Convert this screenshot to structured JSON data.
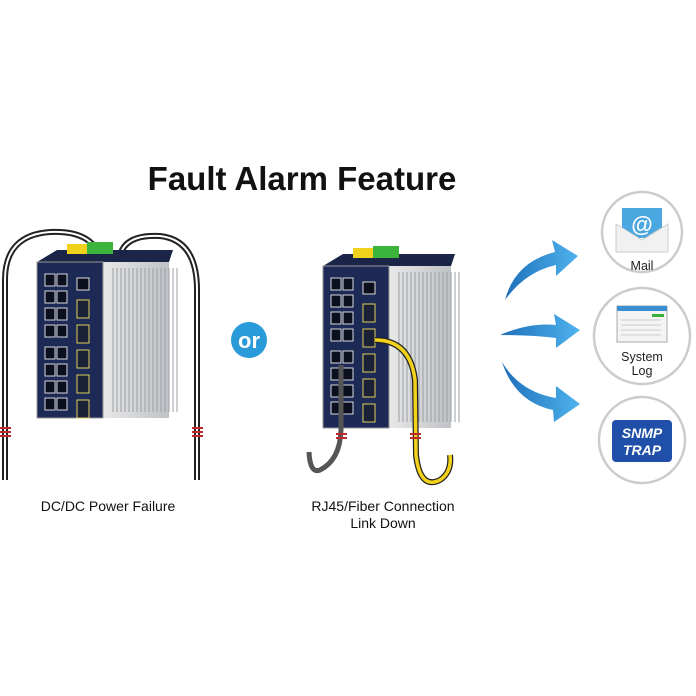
{
  "title": "Fault Alarm Feature",
  "or_label": "or",
  "scenarios": [
    {
      "caption": "DC/DC Power Failure"
    },
    {
      "caption_line1": "RJ45/Fiber Connection",
      "caption_line2": "Link Down"
    }
  ],
  "notifications": [
    {
      "label": "Mail",
      "icon": "mail-icon"
    },
    {
      "label_line1": "System",
      "label_line2": "Log",
      "icon": "system-log-icon"
    },
    {
      "label_line1": "SNMP",
      "label_line2": "TRAP",
      "icon": "snmp-trap-icon"
    }
  ],
  "colors": {
    "switch_front": "#1d2a55",
    "arrow": "#2a8fd6",
    "or_badge": "#2a9ad9",
    "snmp_badge": "#1f4fa8",
    "fiber_cable": "#f2d21b"
  }
}
